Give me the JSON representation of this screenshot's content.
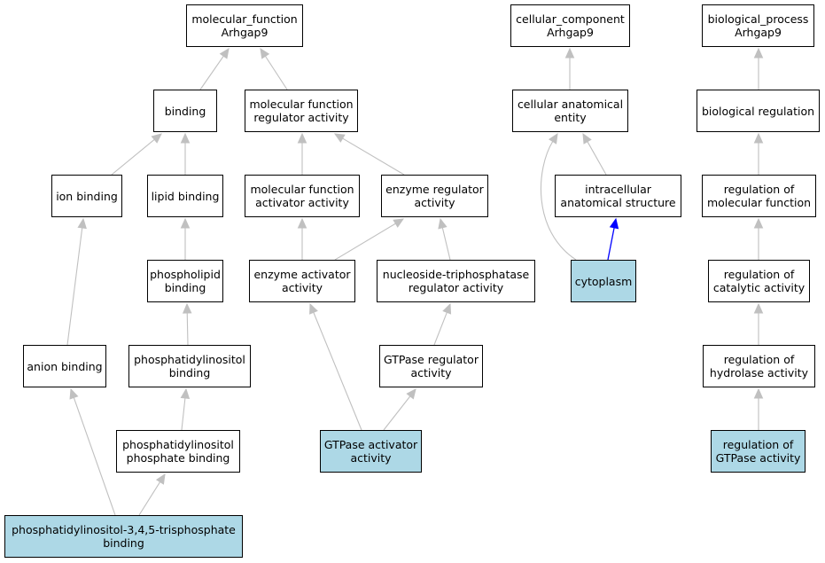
{
  "colors": {
    "edge": "#c0c0c0",
    "edge_highlight": "#0000ff",
    "node_highlight": "#add8e6",
    "node_border": "#000000"
  },
  "nodes": {
    "mf_root": {
      "lines": [
        "molecular_function",
        "Arhgap9"
      ],
      "highlighted": false
    },
    "cc_root": {
      "lines": [
        "cellular_component",
        "Arhgap9"
      ],
      "highlighted": false
    },
    "bp_root": {
      "lines": [
        "biological_process",
        "Arhgap9"
      ],
      "highlighted": false
    },
    "binding": {
      "lines": [
        "binding"
      ],
      "highlighted": false
    },
    "mf_regulator": {
      "lines": [
        "molecular function",
        "regulator activity"
      ],
      "highlighted": false
    },
    "cell_anat_entity": {
      "lines": [
        "cellular anatomical",
        "entity"
      ],
      "highlighted": false
    },
    "bio_regulation": {
      "lines": [
        "biological regulation"
      ],
      "highlighted": false
    },
    "ion_binding": {
      "lines": [
        "ion binding"
      ],
      "highlighted": false
    },
    "lipid_binding": {
      "lines": [
        "lipid binding"
      ],
      "highlighted": false
    },
    "mf_activator": {
      "lines": [
        "molecular function",
        "activator activity"
      ],
      "highlighted": false
    },
    "enzyme_regulator": {
      "lines": [
        "enzyme regulator",
        "activity"
      ],
      "highlighted": false
    },
    "intracellular": {
      "lines": [
        "intracellular",
        "anatomical structure"
      ],
      "highlighted": false
    },
    "reg_mol_function": {
      "lines": [
        "regulation of",
        "molecular function"
      ],
      "highlighted": false
    },
    "phospholipid_binding": {
      "lines": [
        "phospholipid",
        "binding"
      ],
      "highlighted": false
    },
    "enzyme_activator": {
      "lines": [
        "enzyme activator",
        "activity"
      ],
      "highlighted": false
    },
    "ntpase_regulator": {
      "lines": [
        "nucleoside-triphosphatase",
        "regulator activity"
      ],
      "highlighted": false
    },
    "cytoplasm": {
      "lines": [
        "cytoplasm"
      ],
      "highlighted": true
    },
    "reg_catalytic": {
      "lines": [
        "regulation of",
        "catalytic activity"
      ],
      "highlighted": false
    },
    "anion_binding": {
      "lines": [
        "anion binding"
      ],
      "highlighted": false
    },
    "ptdins_binding": {
      "lines": [
        "phosphatidylinositol",
        "binding"
      ],
      "highlighted": false
    },
    "gtpase_regulator": {
      "lines": [
        "GTPase regulator",
        "activity"
      ],
      "highlighted": false
    },
    "reg_hydrolase": {
      "lines": [
        "regulation of",
        "hydrolase activity"
      ],
      "highlighted": false
    },
    "ptdins_phosphate_binding": {
      "lines": [
        "phosphatidylinositol",
        "phosphate binding"
      ],
      "highlighted": false
    },
    "gtpase_activator": {
      "lines": [
        "GTPase activator",
        "activity"
      ],
      "highlighted": true
    },
    "reg_gtpase": {
      "lines": [
        "regulation of",
        "GTPase activity"
      ],
      "highlighted": true
    },
    "pip3_binding": {
      "lines": [
        "phosphatidylinositol-3,4,5-trisphosphate",
        "binding"
      ],
      "highlighted": true
    }
  },
  "edges": [
    {
      "from": "binding",
      "to": "mf_root",
      "highlighted": false
    },
    {
      "from": "mf_regulator",
      "to": "mf_root",
      "highlighted": false
    },
    {
      "from": "ion_binding",
      "to": "binding",
      "highlighted": false
    },
    {
      "from": "lipid_binding",
      "to": "binding",
      "highlighted": false
    },
    {
      "from": "mf_activator",
      "to": "mf_regulator",
      "highlighted": false
    },
    {
      "from": "enzyme_regulator",
      "to": "mf_regulator",
      "highlighted": false
    },
    {
      "from": "phospholipid_binding",
      "to": "lipid_binding",
      "highlighted": false
    },
    {
      "from": "enzyme_activator",
      "to": "mf_activator",
      "highlighted": false
    },
    {
      "from": "enzyme_activator",
      "to": "enzyme_regulator",
      "highlighted": false
    },
    {
      "from": "ntpase_regulator",
      "to": "enzyme_regulator",
      "highlighted": false
    },
    {
      "from": "anion_binding",
      "to": "ion_binding",
      "highlighted": false
    },
    {
      "from": "ptdins_binding",
      "to": "phospholipid_binding",
      "highlighted": false
    },
    {
      "from": "gtpase_regulator",
      "to": "ntpase_regulator",
      "highlighted": false
    },
    {
      "from": "ptdins_phosphate_binding",
      "to": "ptdins_binding",
      "highlighted": false
    },
    {
      "from": "gtpase_activator",
      "to": "enzyme_activator",
      "highlighted": false
    },
    {
      "from": "gtpase_activator",
      "to": "gtpase_regulator",
      "highlighted": false
    },
    {
      "from": "pip3_binding",
      "to": "anion_binding",
      "highlighted": false
    },
    {
      "from": "pip3_binding",
      "to": "ptdins_phosphate_binding",
      "highlighted": false
    },
    {
      "from": "cell_anat_entity",
      "to": "cc_root",
      "highlighted": false
    },
    {
      "from": "intracellular",
      "to": "cell_anat_entity",
      "highlighted": false
    },
    {
      "from": "cytoplasm",
      "to": "cell_anat_entity",
      "highlighted": false
    },
    {
      "from": "cytoplasm",
      "to": "intracellular",
      "highlighted": true
    },
    {
      "from": "bio_regulation",
      "to": "bp_root",
      "highlighted": false
    },
    {
      "from": "reg_mol_function",
      "to": "bio_regulation",
      "highlighted": false
    },
    {
      "from": "reg_catalytic",
      "to": "reg_mol_function",
      "highlighted": false
    },
    {
      "from": "reg_hydrolase",
      "to": "reg_catalytic",
      "highlighted": false
    },
    {
      "from": "reg_gtpase",
      "to": "reg_hydrolase",
      "highlighted": false
    }
  ]
}
